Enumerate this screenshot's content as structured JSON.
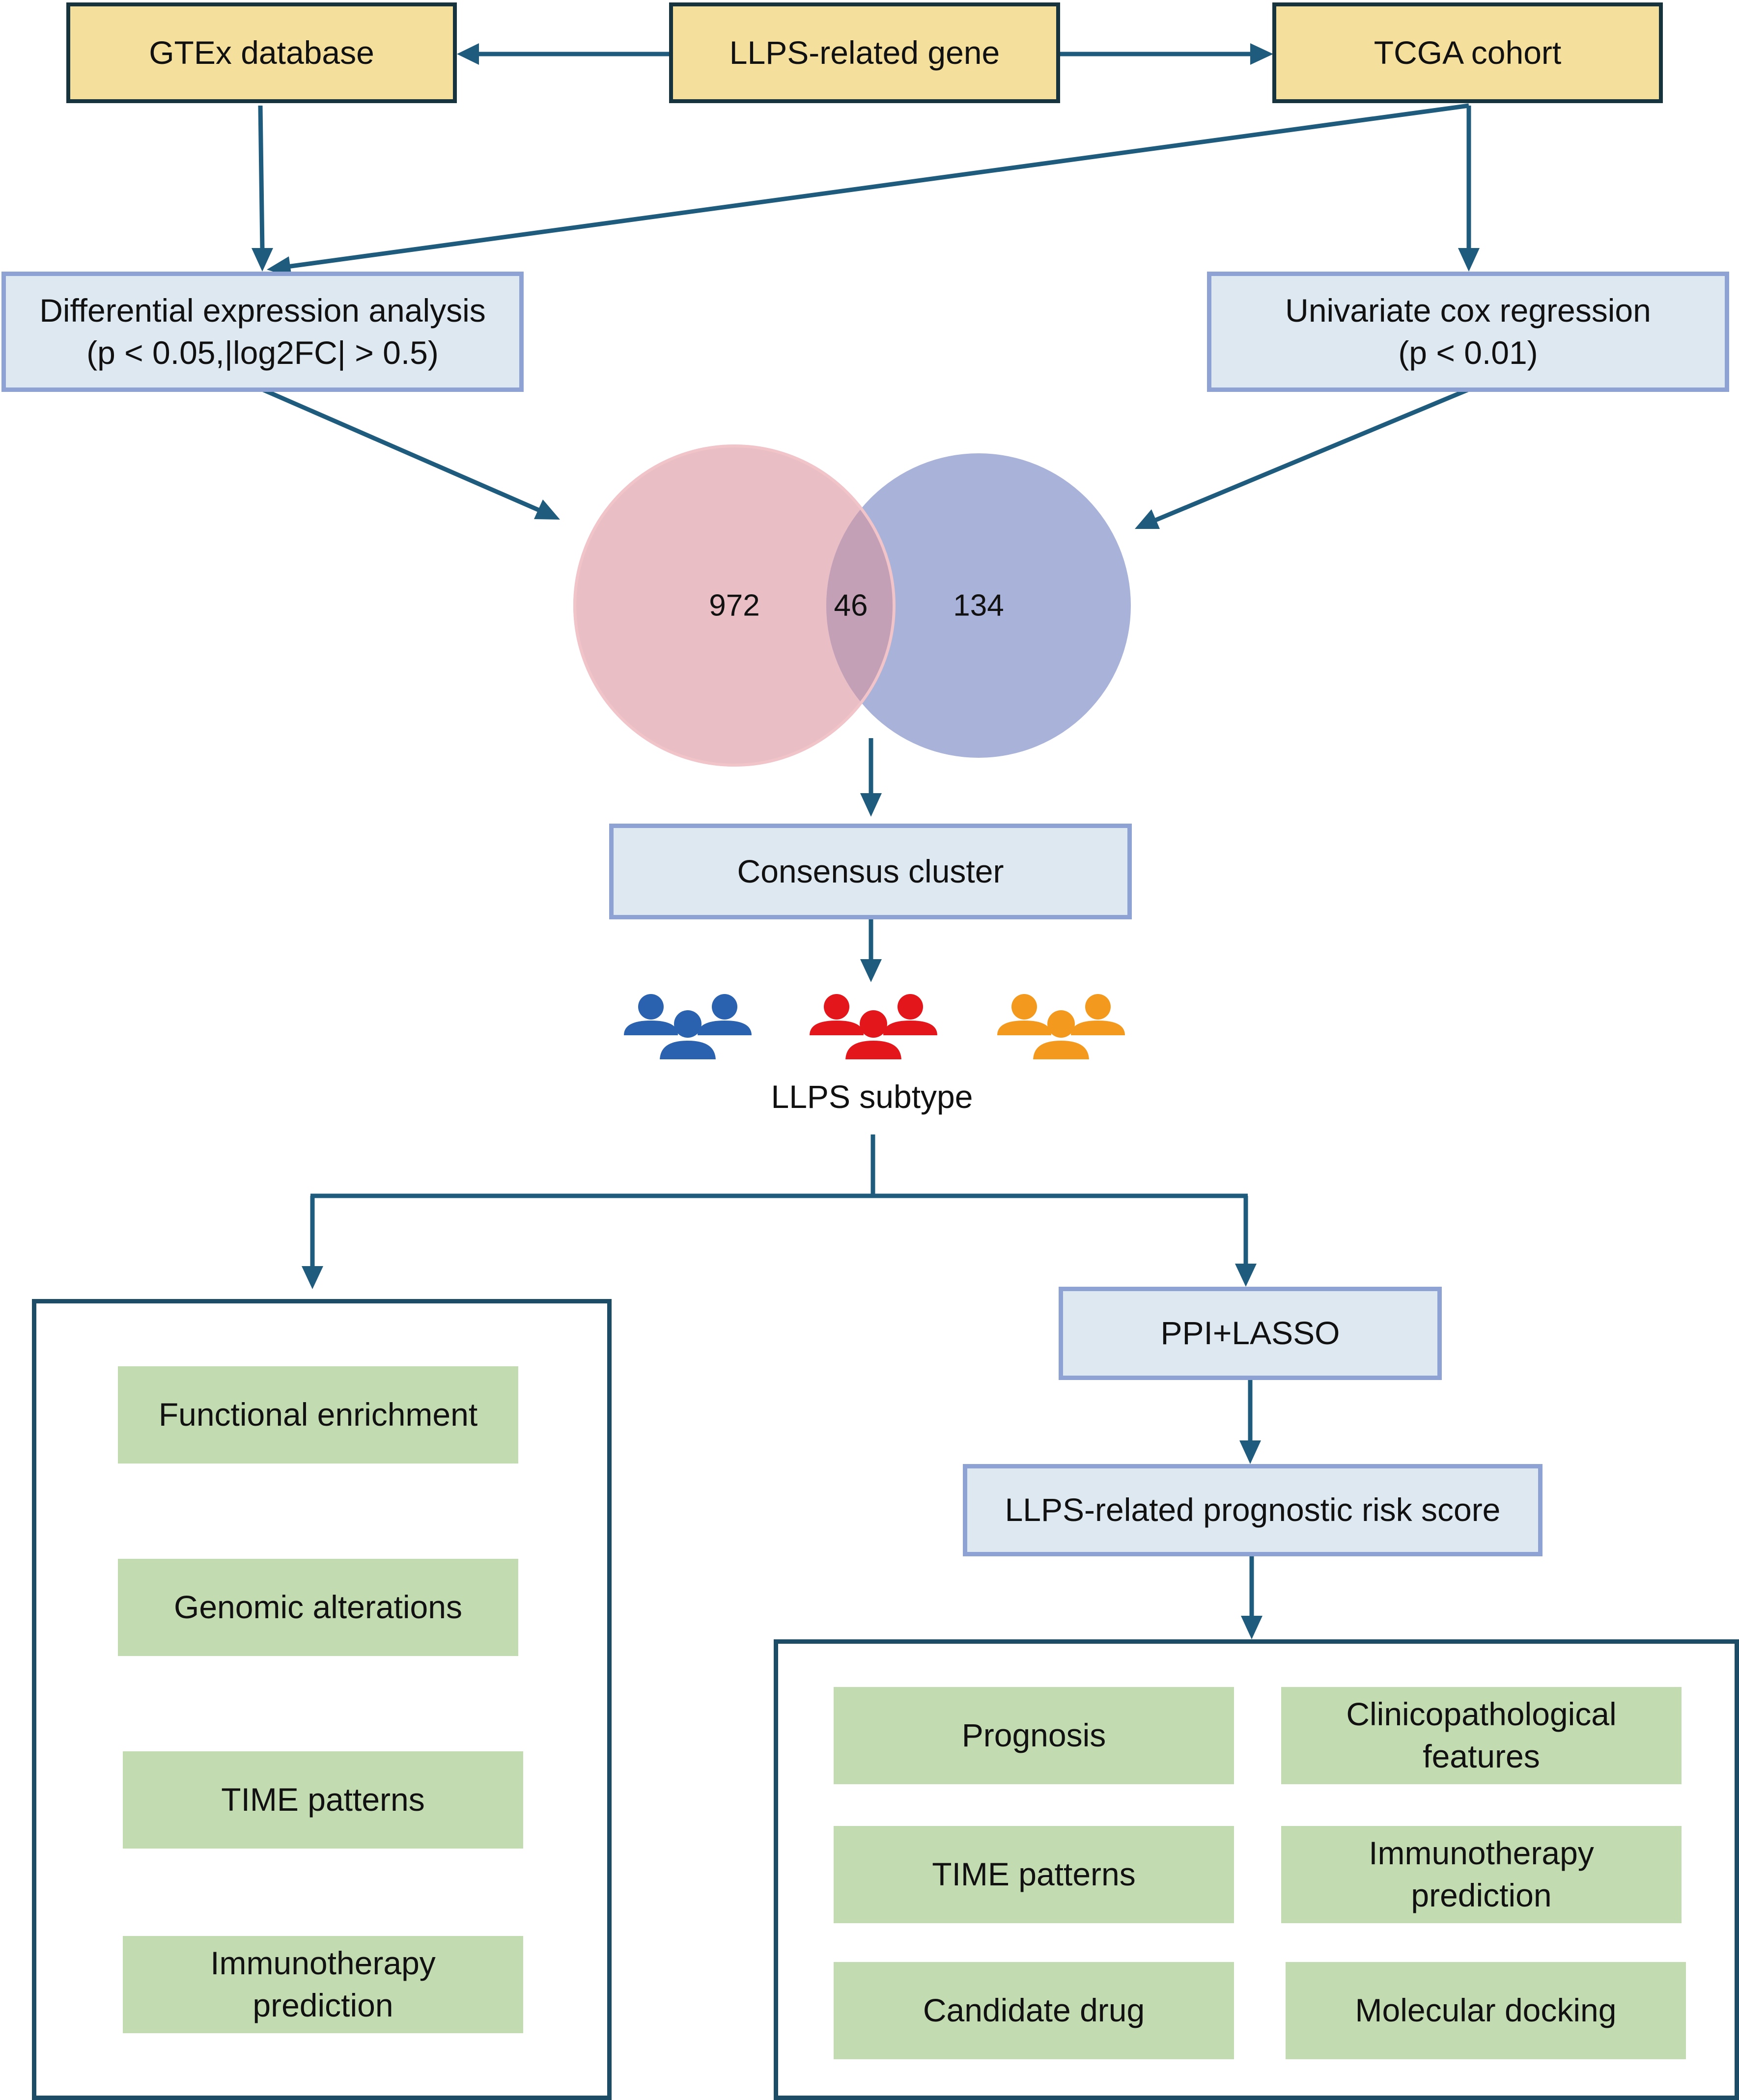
{
  "sources": {
    "gtex": "GTEx database",
    "llps_gene": "LLPS-related gene",
    "tcga": "TCGA cohort"
  },
  "analyses": {
    "diff_expr_line1": "Differential expression analysis",
    "diff_expr_line2": "(p < 0.05,|log2FC| > 0.5)",
    "cox_line1": "Univariate cox regression",
    "cox_line2": "(p < 0.01)"
  },
  "venn": {
    "left_only": "972",
    "overlap": "46",
    "right_only": "134",
    "left_color": "#e8bcc2",
    "right_color": "#a4aed6"
  },
  "consensus": "Consensus cluster",
  "subtype": {
    "label": "LLPS subtype",
    "group_colors": [
      "#2a62b0",
      "#e3161c",
      "#f39a1e"
    ],
    "group_icons": [
      "people-group-icon",
      "people-group-icon",
      "people-group-icon"
    ]
  },
  "left_panel": {
    "items": [
      [
        "Functional enrichment"
      ],
      [
        "Genomic alterations"
      ],
      [
        "TIME patterns"
      ],
      [
        "Immunotherapy",
        "prediction"
      ]
    ]
  },
  "ppi_lasso": "PPI+LASSO",
  "risk_score": "LLPS-related prognostic risk score",
  "right_panel": {
    "items": [
      [
        "Prognosis"
      ],
      [
        "Clinicopathological",
        "features"
      ],
      [
        "TIME patterns"
      ],
      [
        "Immunotherapy",
        "prediction"
      ],
      [
        "Candidate drug"
      ],
      [
        "Molecular docking"
      ]
    ]
  },
  "colors": {
    "arrow": "#1f5b7d",
    "yellow_fill": "#f4df9c",
    "blue_fill": "#dde8f1",
    "blue_border": "#8ea2d4",
    "green_fill": "#c3dbb0",
    "frame_border": "#1d4d66"
  }
}
